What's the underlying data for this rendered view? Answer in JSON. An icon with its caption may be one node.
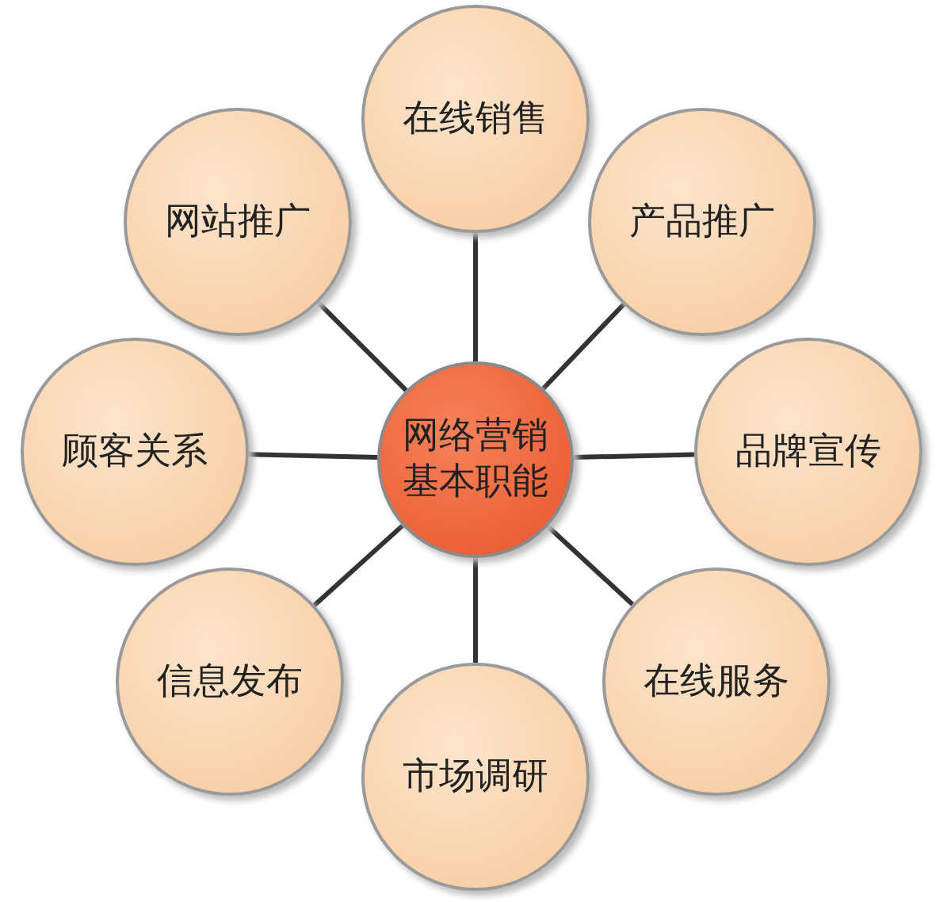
{
  "diagram": {
    "nodes": [
      {
        "text": [
          "网络营销基本职能"
        ]
      },
      {
        "text": [
          "在线销售"
        ]
      },
      {
        "text": [
          "产品推广"
        ]
      },
      {
        "text": [
          "品牌宣传"
        ]
      },
      {
        "text": [
          "在线服务"
        ]
      },
      {
        "text": [
          "市场调研"
        ]
      },
      {
        "text": [
          "信息发布"
        ]
      },
      {
        "text": [
          "顾客关系"
        ]
      },
      {
        "text": [
          "网站推广"
        ]
      }
    ],
    "edges": [
      {
        "from": 0,
        "to": 1,
        "arrow": "none"
      },
      {
        "from": 0,
        "to": 2,
        "arrow": "none"
      },
      {
        "from": 0,
        "to": 3,
        "arrow": "none"
      },
      {
        "from": 0,
        "to": 4,
        "arrow": "none"
      },
      {
        "from": 0,
        "to": 5,
        "arrow": "none"
      },
      {
        "from": 0,
        "to": 6,
        "arrow": "none"
      },
      {
        "from": 0,
        "to": 7,
        "arrow": "none"
      },
      {
        "from": 0,
        "to": 8,
        "arrow": "none"
      }
    ]
  }
}
